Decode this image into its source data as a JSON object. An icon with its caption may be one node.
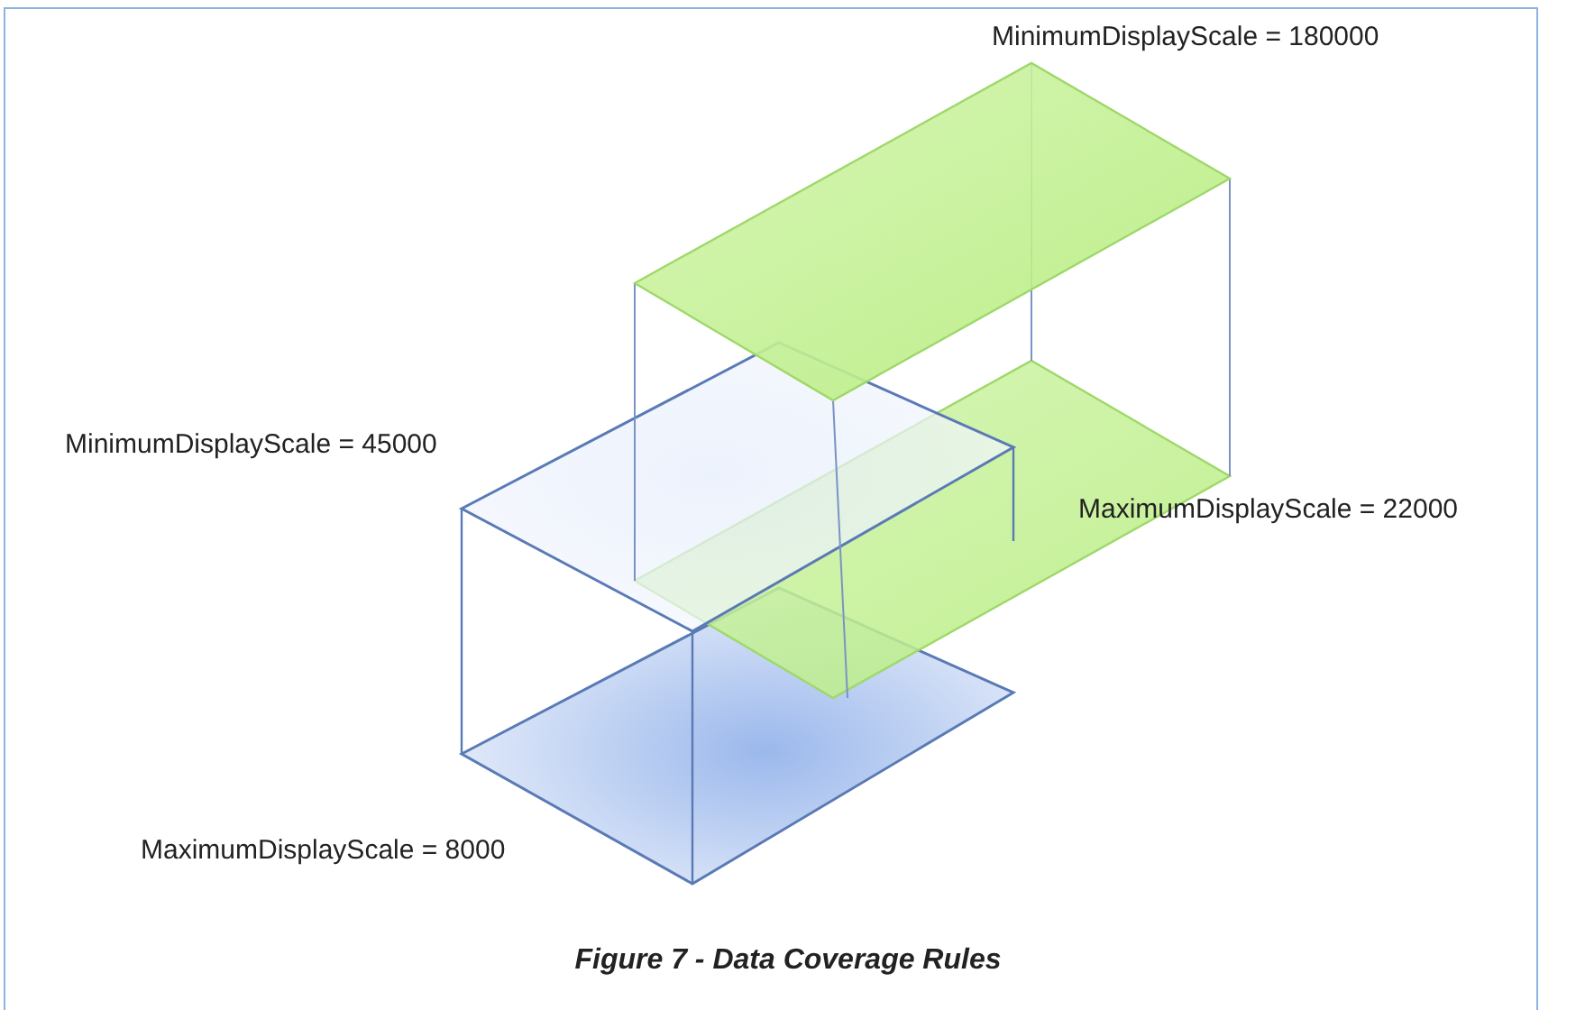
{
  "diagram": {
    "caption": "Figure 7 - Data Coverage Rules",
    "labels": [
      "MinimumDisplayScale = 180000",
      "MinimumDisplayScale = 45000",
      "MaximumDisplayScale = 22000",
      "MaximumDisplayScale = 8000"
    ]
  }
}
